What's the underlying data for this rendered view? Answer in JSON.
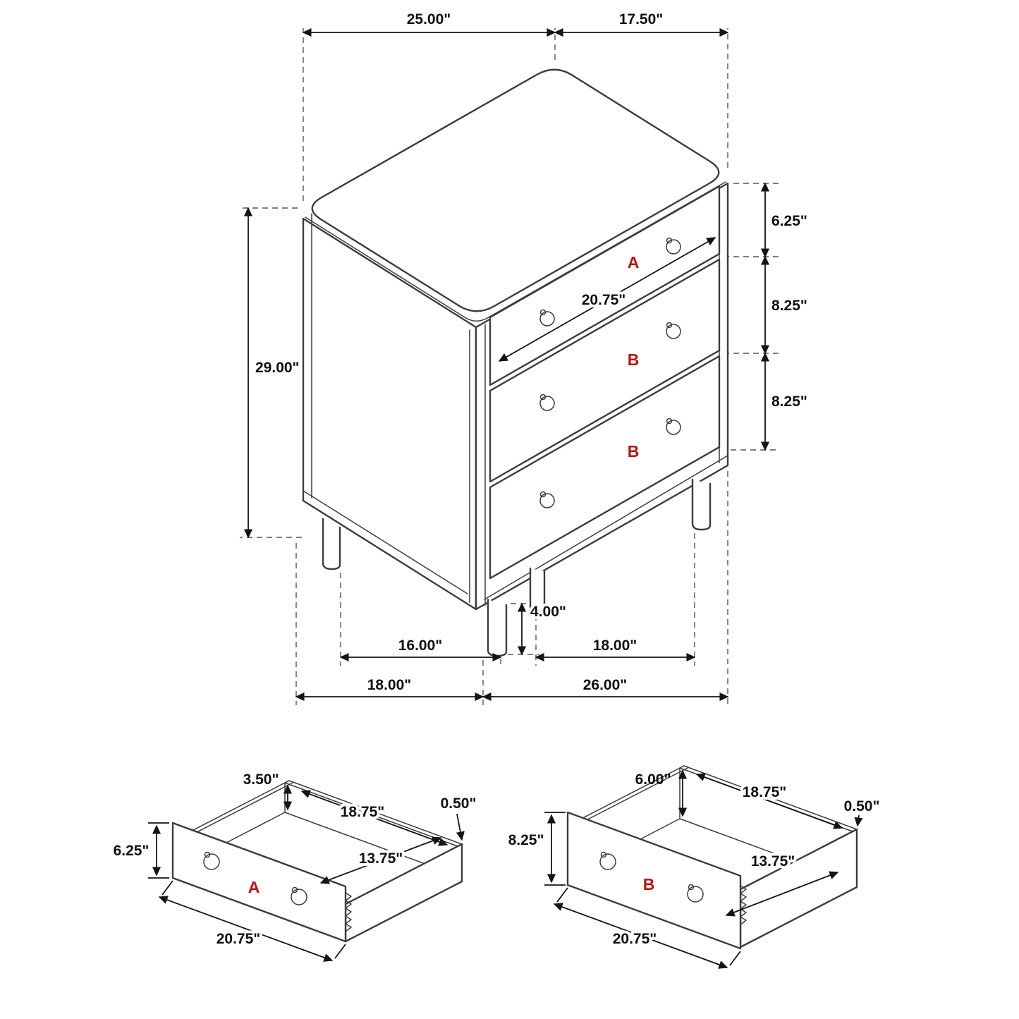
{
  "colors": {
    "line": "#3c3c3c",
    "dim": "#141414",
    "accent_red": "#c11212",
    "background": "#ffffff"
  },
  "main_view": {
    "dim_top_width": "25.00\"",
    "dim_top_depth": "17.50\"",
    "dim_height": "29.00\"",
    "dim_drawer_a_height": "6.25\"",
    "dim_drawer_b1_height": "8.25\"",
    "dim_drawer_b2_height": "8.25\"",
    "dim_drawer_front_width": "20.75\"",
    "dim_leg_height": "4.00\"",
    "dim_leg_span_left": "16.00\"",
    "dim_leg_span_right": "18.00\"",
    "dim_footprint_depth": "18.00\"",
    "dim_footprint_width": "26.00\"",
    "label_drawer_a": "A",
    "label_drawer_b1": "B",
    "label_drawer_b2": "B"
  },
  "drawer_a_view": {
    "label": "A",
    "dim_front_height": "6.25\"",
    "dim_inner_height": "3.50\"",
    "dim_inner_width": "18.75\"",
    "dim_side_thickness": "0.50\"",
    "dim_inner_depth": "13.75\"",
    "dim_front_width": "20.75\""
  },
  "drawer_b_view": {
    "label": "B",
    "dim_front_height": "8.25\"",
    "dim_inner_height": "6.00\"",
    "dim_inner_width": "18.75\"",
    "dim_side_thickness": "0.50\"",
    "dim_inner_depth": "13.75\"",
    "dim_front_width": "20.75\""
  }
}
